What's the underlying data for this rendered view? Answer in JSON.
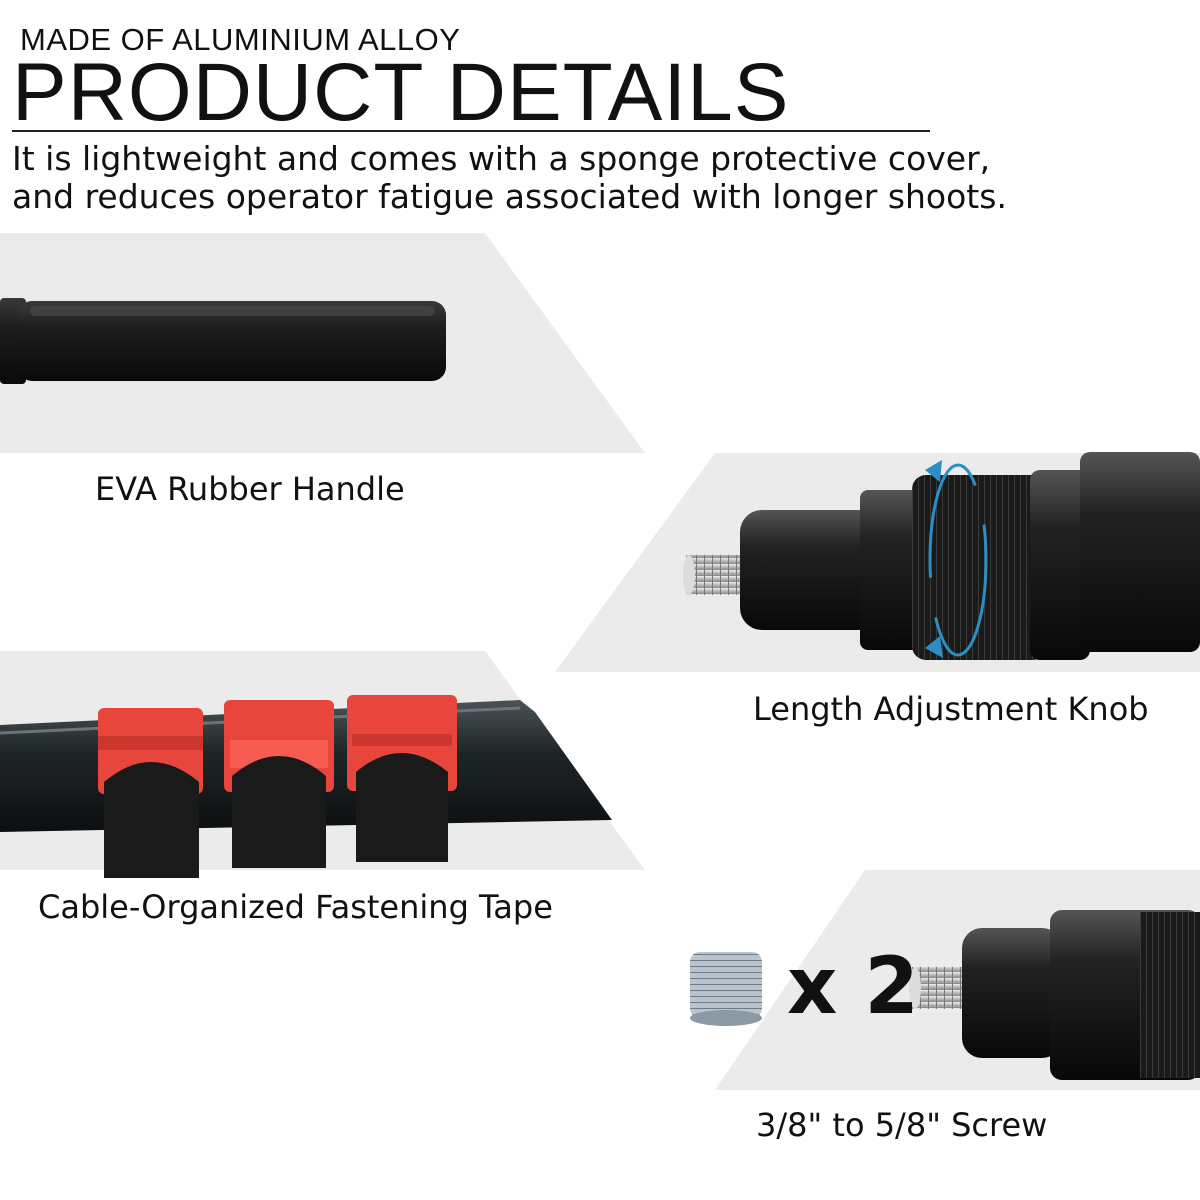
{
  "header": {
    "kicker": "MADE OF ALUMINIUM ALLOY",
    "title": "PRODUCT DETAILS",
    "description_line1": "It is lightweight and comes with a sponge protective cover,",
    "description_line2": "and reduces operator fatigue associated with longer shoots."
  },
  "features": {
    "handle_caption": "EVA Rubber Handle",
    "knob_caption": "Length Adjustment Knob",
    "tape_caption": "Cable-Organized Fastening Tape",
    "screw_caption": "3/8\" to 5/8\" Screw",
    "screw_quantity": "x 2"
  },
  "colors": {
    "panel_gray": "#ebebeb",
    "accent_blue": "#2a8fc4",
    "strap_red": "#e8463c"
  }
}
